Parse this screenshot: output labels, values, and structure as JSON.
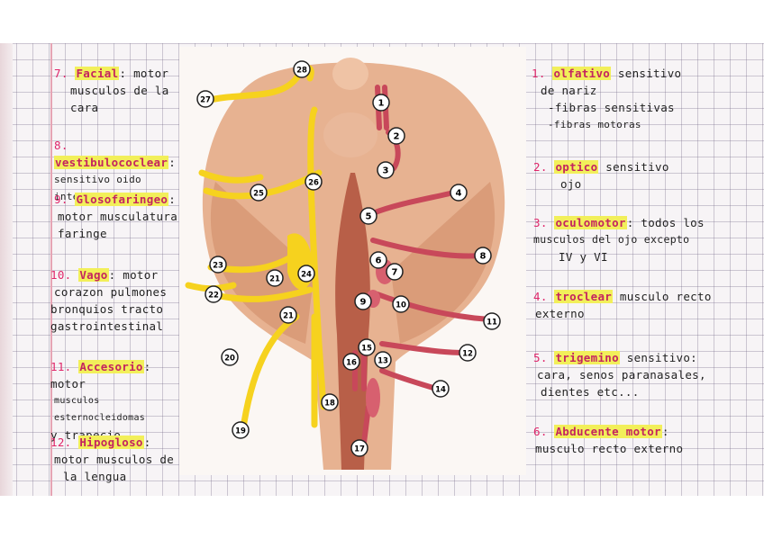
{
  "left_notes": [
    {
      "num": "7.",
      "title": "Facial",
      "rest": ": motor",
      "body": [
        "musculos de la",
        "cara"
      ]
    },
    {
      "num": "8.",
      "title": "vestibulococlear",
      "rest": ":",
      "body": [
        "sensitivo oido interno"
      ]
    },
    {
      "num": "9.",
      "title": "Glosofaringeo",
      "rest": ":",
      "body": [
        "motor musculatura",
        "faringe"
      ]
    },
    {
      "num": "10.",
      "title": "Vago",
      "rest": ": motor",
      "body": [
        "corazon pulmones",
        "bronquios tracto",
        "gastrointestinal"
      ]
    },
    {
      "num": "11.",
      "title": "Accesorio",
      "rest": ": motor",
      "body": [
        "musculos esternocleidomas",
        "y trapecio"
      ]
    },
    {
      "num": "12.",
      "title": "Hipogloso",
      "rest": ":",
      "body": [
        "motor musculos de",
        "la lengua"
      ]
    }
  ],
  "right_notes": [
    {
      "num": "1.",
      "title": "olfativo",
      "rest": " sensitivo",
      "body": [
        "de nariz",
        "-fibras sensitivas",
        "-fibras motoras"
      ]
    },
    {
      "num": "2.",
      "title": "optico",
      "rest": " sensitivo",
      "body": [
        "ojo"
      ]
    },
    {
      "num": "3.",
      "title": "oculomotor",
      "rest": ": todos los",
      "body": [
        "musculos del ojo excepto",
        "IV y VI"
      ]
    },
    {
      "num": "4.",
      "title": "troclear",
      "rest": " musculo recto",
      "body": [
        "externo"
      ]
    },
    {
      "num": "5.",
      "title": "trigemino",
      "rest": " sensitivo:",
      "body": [
        "cara, senos paranasales,",
        "dientes etc..."
      ]
    },
    {
      "num": "6.",
      "title": "Abducente motor",
      "rest": ":",
      "body": [
        "musculo recto externo"
      ]
    }
  ],
  "figure_labels": [
    "1",
    "2",
    "3",
    "4",
    "5",
    "6",
    "7",
    "8",
    "9",
    "10",
    "11",
    "12",
    "13",
    "14",
    "15",
    "16",
    "17",
    "18",
    "19",
    "20",
    "21",
    "21",
    "22",
    "23",
    "24",
    "25",
    "26",
    "27",
    "28"
  ],
  "colors": {
    "yellow_nerve": "#f6d21e",
    "red_nerve": "#c8485a",
    "brain": "#e0a27a",
    "highlight": "#f2ef5a",
    "accent": "#e0266a"
  }
}
